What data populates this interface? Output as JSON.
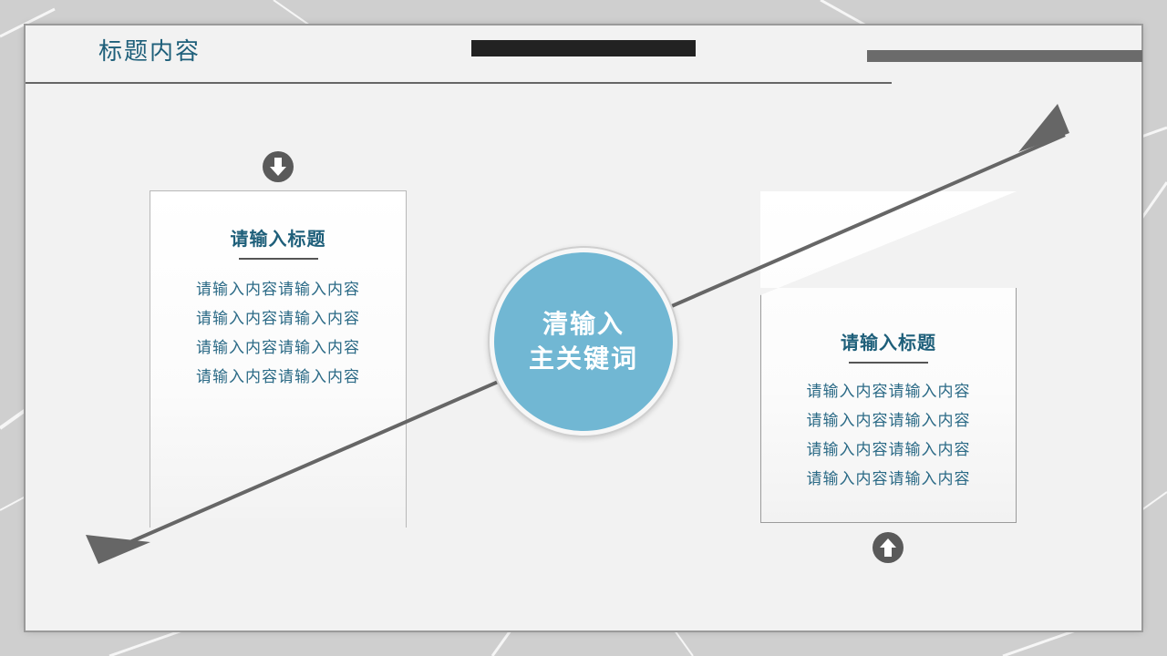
{
  "slide": {
    "title": "标题内容"
  },
  "center": {
    "line1": "清输入",
    "line2": "主关键词"
  },
  "left_card": {
    "title": "请输入标题",
    "lines": [
      "请输入内容请输入内容",
      "请输入内容请输入内容",
      "请输入内容请输入内容",
      "请输入内容请输入内容"
    ]
  },
  "right_card": {
    "title": "请输入标题",
    "lines": [
      "请输入内容请输入内容",
      "请输入内容请输入内容",
      "请输入内容请输入内容",
      "请输入内容请输入内容"
    ]
  },
  "icons": {
    "left": "arrow-down-circle-icon",
    "right": "arrow-up-circle-icon"
  },
  "colors": {
    "accent_blue": "#71b7d3",
    "title_teal": "#1e5f7a",
    "dark_gray": "#5a5a5a"
  }
}
